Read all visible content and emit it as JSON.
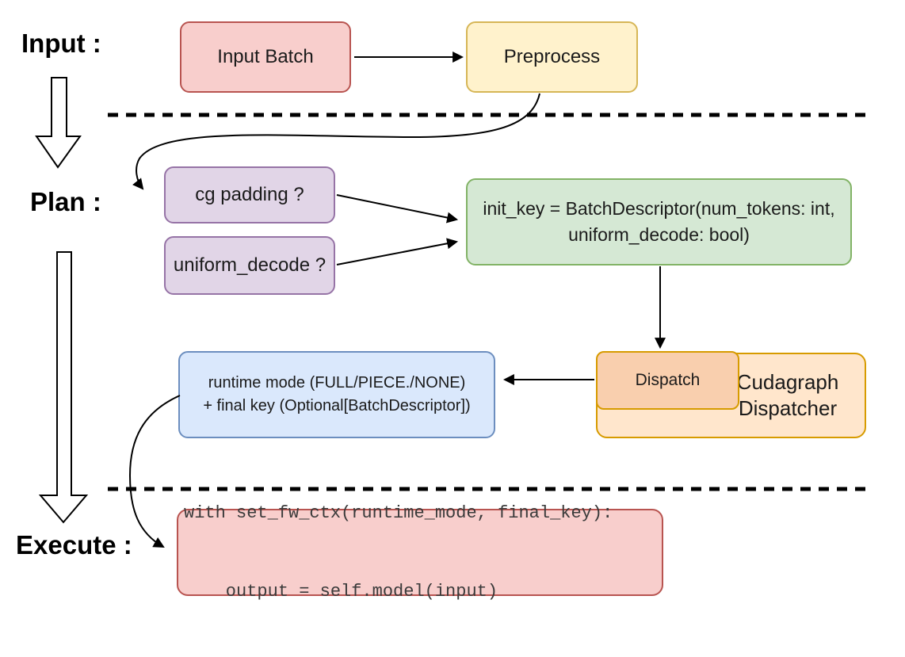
{
  "title": "Cudagraph dispatch pipeline diagram",
  "stage_labels": {
    "input": "Input :",
    "plan": "Plan :",
    "execute": "Execute :"
  },
  "nodes": {
    "input_batch": {
      "label": "Input Batch"
    },
    "preprocess": {
      "label": "Preprocess"
    },
    "cg_padding": {
      "label": "cg padding ?"
    },
    "uniform_decode": {
      "label": "uniform_decode ?"
    },
    "init_key": {
      "line1": "init_key = BatchDescriptor(num_tokens: int,",
      "line2": "uniform_decode: bool)"
    },
    "dispatch": {
      "label": "Dispatch"
    },
    "cudagraph_dispatcher": {
      "label": "Cudagraph Dispatcher"
    },
    "runtime_mode": {
      "line1": "runtime mode (FULL/PIECE./NONE)",
      "line2": "+ final key (Optional[BatchDescriptor])"
    },
    "execute_code": {
      "line1": "with set_fw_ctx(runtime_mode, final_key):",
      "line2": "    output = self.model(input)"
    }
  },
  "colors": {
    "red_fill": "#f8cecc",
    "red_stroke": "#b85450",
    "yellow_fill": "#fff2cc",
    "yellow_stroke": "#d6b656",
    "purple_fill": "#e1d5e7",
    "purple_stroke": "#9673a6",
    "green_fill": "#d5e8d4",
    "green_stroke": "#82b366",
    "blue_fill": "#dae8fc",
    "blue_stroke": "#6c8ebf",
    "orange_fill": "#ffe6cc",
    "orange_inner_fill": "#f9cfae",
    "orange_stroke": "#d79b00",
    "line": "#000000"
  }
}
